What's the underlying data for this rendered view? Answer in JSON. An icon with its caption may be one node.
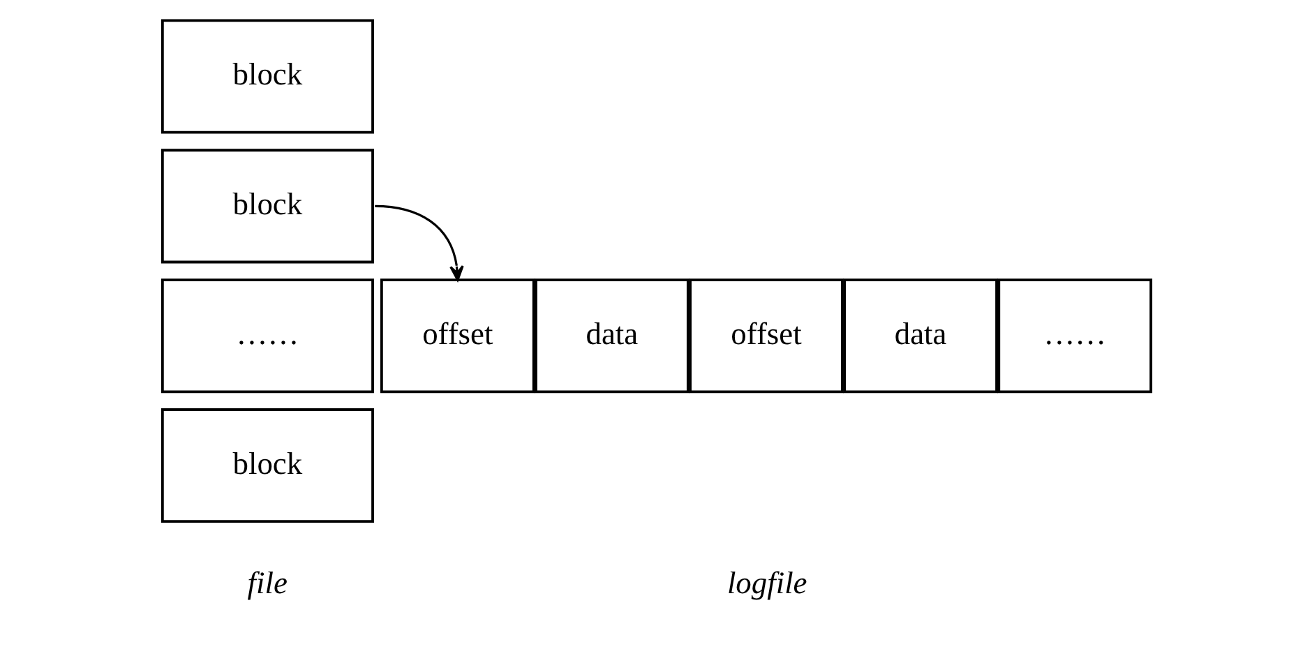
{
  "diagram": {
    "nodes": [
      {
        "text": [
          "block"
        ]
      },
      {
        "text": [
          "block"
        ]
      },
      {
        "text": [
          "……"
        ]
      },
      {
        "text": [
          "block"
        ]
      },
      {
        "text": [
          "offset"
        ]
      },
      {
        "text": [
          "data"
        ]
      },
      {
        "text": [
          "offset"
        ]
      },
      {
        "text": [
          "data"
        ]
      },
      {
        "text": [
          "……"
        ]
      }
    ],
    "edges": [
      {
        "from": 1,
        "to": 4,
        "arrow": "to"
      }
    ],
    "labels": [
      "file",
      "logfile"
    ]
  }
}
